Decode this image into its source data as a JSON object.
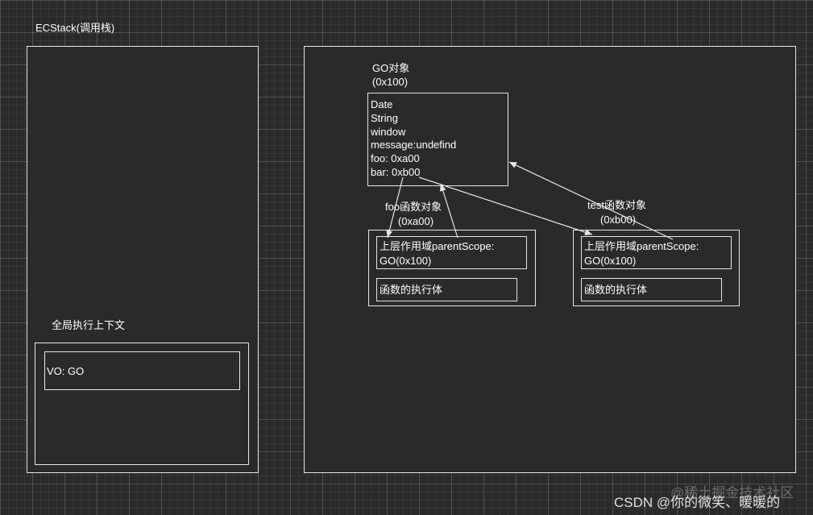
{
  "ecstack": {
    "title": "ECStack(调用栈)"
  },
  "global_context": {
    "label": "全局执行上下文",
    "vo": "VO: GO"
  },
  "go_object": {
    "title": "GO对象",
    "address": "(0x100)",
    "props": [
      "Date",
      "String",
      "window",
      "message:undefind",
      "foo: 0xa00",
      "bar: 0xb00"
    ]
  },
  "foo_object": {
    "title": "foo函数对象",
    "address": "(0xa00)",
    "scope_line1": "上层作用域parentScope:",
    "scope_line2": "GO(0x100)",
    "body": "函数的执行体"
  },
  "test_object": {
    "title": "test函数对象",
    "address": "(0xb00)",
    "scope_line1": "上层作用域parentScope:",
    "scope_line2": "GO(0x100)",
    "body": "函数的执行体"
  },
  "watermark": {
    "back": "@稀土掘金技术社区",
    "front": "CSDN @你的微笑、暖暖的"
  },
  "colors": {
    "background": "#2a2a2a",
    "stroke": "#e6e6e6",
    "text": "#ffffff"
  }
}
